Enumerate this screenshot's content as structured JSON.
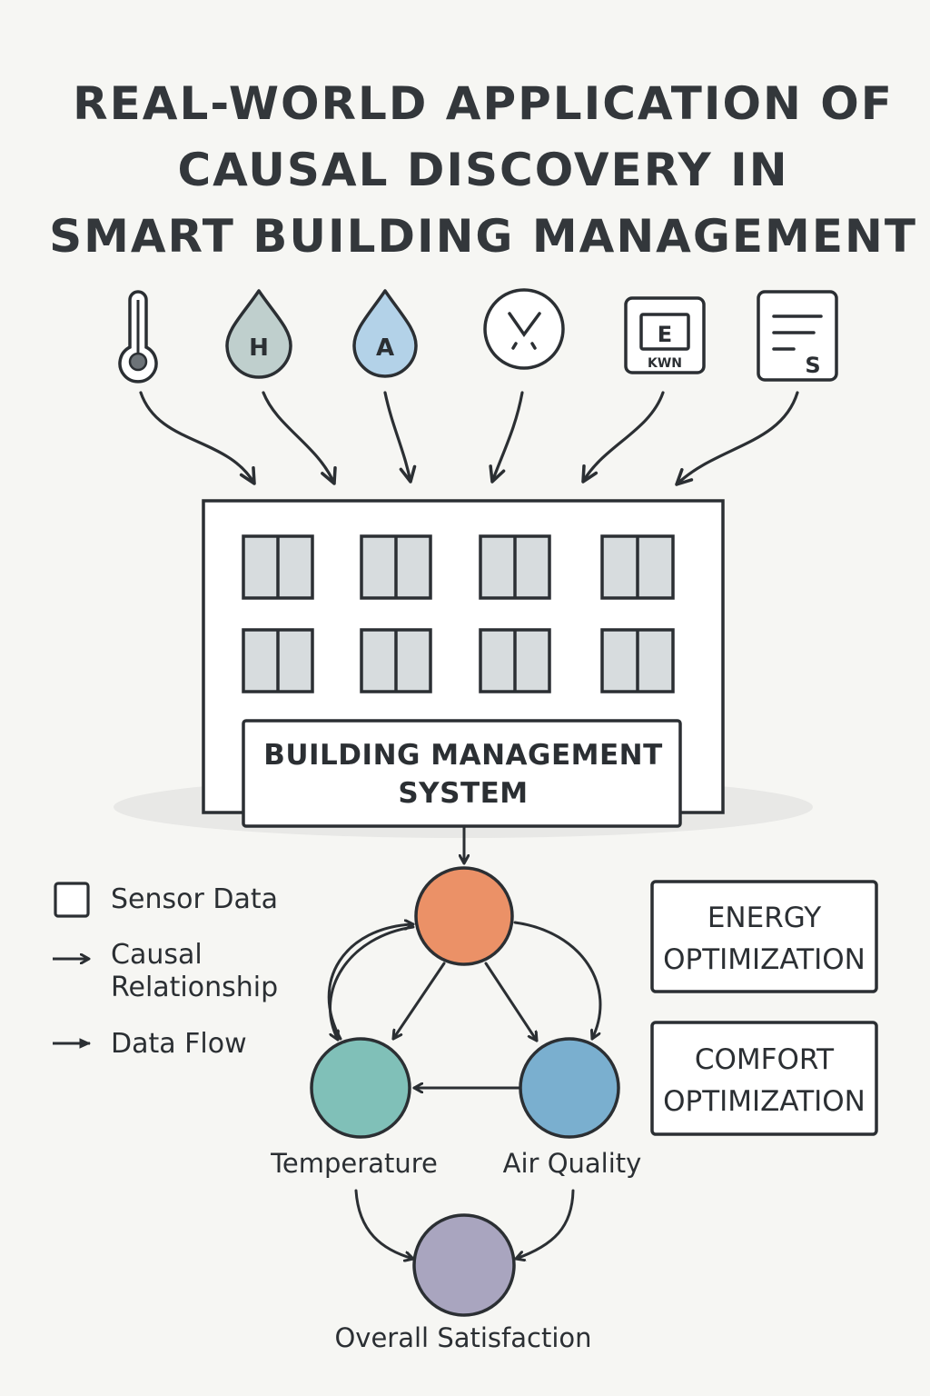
{
  "title": {
    "line1": "REAL-WORLD APPLICATION OF",
    "line2": "CAUSAL DISCOVERY IN",
    "line3": "SMART BUILDING MANAGEMENT"
  },
  "sensors": [
    {
      "icon": "thermometer-icon",
      "letter": ""
    },
    {
      "icon": "humidity-drop-icon",
      "letter": "H"
    },
    {
      "icon": "air-drop-icon",
      "letter": "A"
    },
    {
      "icon": "occupancy-dial-icon",
      "letter": ""
    },
    {
      "icon": "energy-meter-icon",
      "letter": "E",
      "unit": "KWN"
    },
    {
      "icon": "schedule-doc-icon",
      "letter": "S"
    }
  ],
  "building": {
    "system_line1": "BUILDING MANAGEMENT",
    "system_line2": "SYSTEM"
  },
  "legend": {
    "sensor_data": "Sensor Data",
    "causal_line1": "Causal",
    "causal_line2": "Relationship",
    "data_flow": "Data Flow"
  },
  "optimization": {
    "energy_line1": "ENERGY",
    "energy_line2": "OPTIMIZATION",
    "comfort_line1": "COMFORT",
    "comfort_line2": "OPTIMIZATION"
  },
  "nodes": {
    "top": {
      "label": "",
      "color": "#eb9167"
    },
    "temperature": {
      "label": "Temperature",
      "color": "#80c0b8"
    },
    "air_quality": {
      "label": "Air Quality",
      "color": "#7aafcf"
    },
    "satisfaction": {
      "label": "Overall Satisfaction",
      "color": "#a9a5bf"
    }
  },
  "colors": {
    "stroke": "#2b2f33",
    "window": "#d7dcde",
    "humidity_drop": "#bfcfcd",
    "air_drop": "#b3d2e8"
  }
}
